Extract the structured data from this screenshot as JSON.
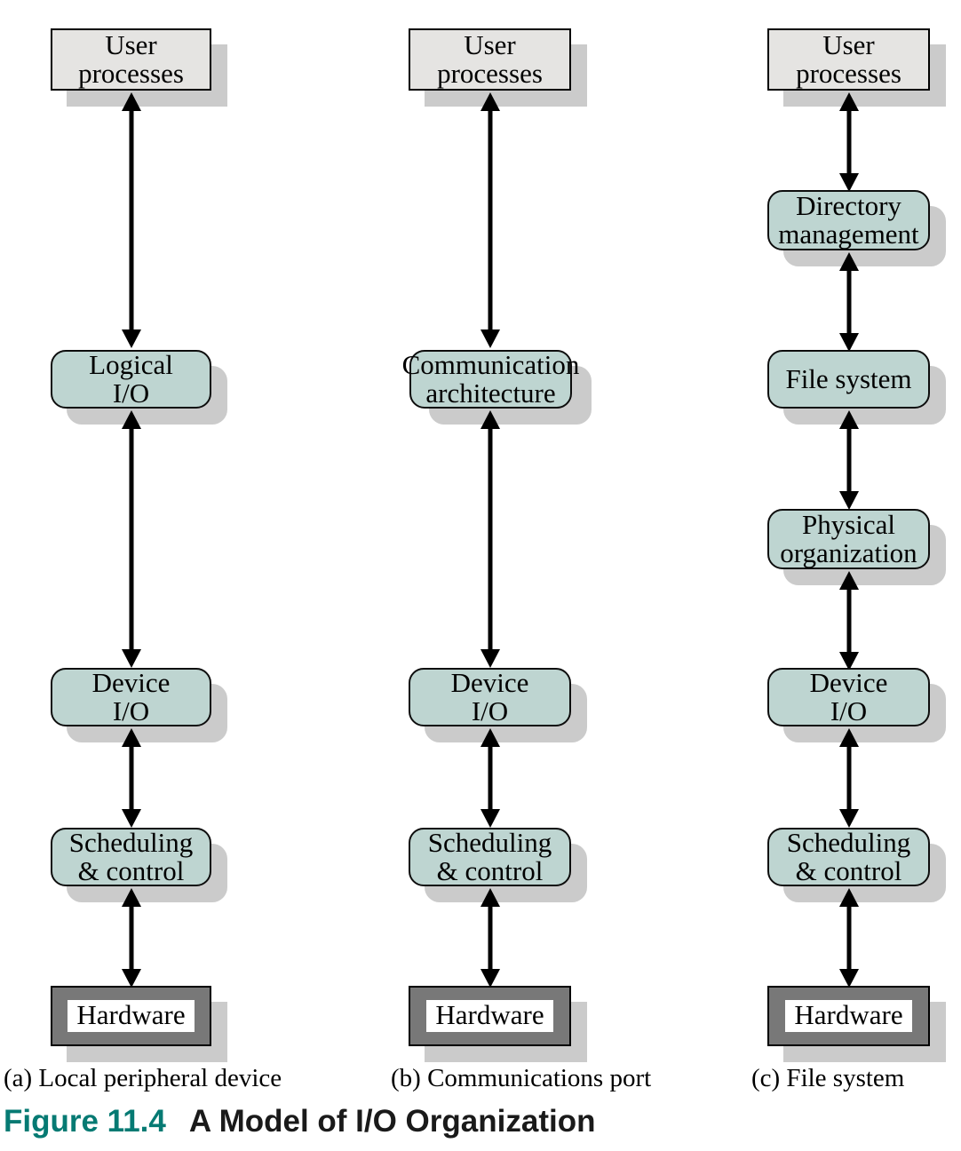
{
  "figure": {
    "number_label": "Figure 11.4",
    "title": "A Model of I/O Organization"
  },
  "colors": {
    "process_fill": "#bed5d1",
    "plain_fill": "#e5e4e2",
    "hardware_fill": "#787878",
    "shadow": "#cbcbcb",
    "stroke": "#000000",
    "figure_number_teal": "#067a73"
  },
  "columns": [
    {
      "id": "a",
      "caption": "(a) Local peripheral device",
      "nodes": [
        {
          "id": "a-user-processes",
          "kind": "plain",
          "lines": [
            "User",
            "processes"
          ]
        },
        {
          "id": "a-logical-io",
          "kind": "process",
          "lines": [
            "Logical",
            "I/O"
          ]
        },
        {
          "id": "a-device-io",
          "kind": "process",
          "lines": [
            "Device",
            "I/O"
          ]
        },
        {
          "id": "a-scheduling-control",
          "kind": "process",
          "lines": [
            "Scheduling",
            "& control"
          ]
        },
        {
          "id": "a-hardware",
          "kind": "hardware",
          "lines": [
            "Hardware"
          ]
        }
      ],
      "connections": [
        {
          "from": "a-user-processes",
          "to": "a-logical-io",
          "style": "double"
        },
        {
          "from": "a-logical-io",
          "to": "a-device-io",
          "style": "double"
        },
        {
          "from": "a-device-io",
          "to": "a-scheduling-control",
          "style": "double"
        },
        {
          "from": "a-scheduling-control",
          "to": "a-hardware",
          "style": "double"
        }
      ]
    },
    {
      "id": "b",
      "caption": "(b) Communications port",
      "nodes": [
        {
          "id": "b-user-processes",
          "kind": "plain",
          "lines": [
            "User",
            "processes"
          ]
        },
        {
          "id": "b-communication-architecture",
          "kind": "process",
          "lines": [
            "Communication",
            "architecture"
          ]
        },
        {
          "id": "b-device-io",
          "kind": "process",
          "lines": [
            "Device",
            "I/O"
          ]
        },
        {
          "id": "b-scheduling-control",
          "kind": "process",
          "lines": [
            "Scheduling",
            "& control"
          ]
        },
        {
          "id": "b-hardware",
          "kind": "hardware",
          "lines": [
            "Hardware"
          ]
        }
      ],
      "connections": [
        {
          "from": "b-user-processes",
          "to": "b-communication-architecture",
          "style": "double"
        },
        {
          "from": "b-communication-architecture",
          "to": "b-device-io",
          "style": "double"
        },
        {
          "from": "b-device-io",
          "to": "b-scheduling-control",
          "style": "double"
        },
        {
          "from": "b-scheduling-control",
          "to": "b-hardware",
          "style": "double"
        }
      ]
    },
    {
      "id": "c",
      "caption": "(c) File system",
      "nodes": [
        {
          "id": "c-user-processes",
          "kind": "plain",
          "lines": [
            "User",
            "processes"
          ]
        },
        {
          "id": "c-directory-management",
          "kind": "process",
          "lines": [
            "Directory",
            "management"
          ]
        },
        {
          "id": "c-file-system",
          "kind": "process",
          "lines": [
            "File system"
          ]
        },
        {
          "id": "c-physical-organization",
          "kind": "process",
          "lines": [
            "Physical",
            "organization"
          ]
        },
        {
          "id": "c-device-io",
          "kind": "process",
          "lines": [
            "Device",
            "I/O"
          ]
        },
        {
          "id": "c-scheduling-control",
          "kind": "process",
          "lines": [
            "Scheduling",
            "& control"
          ]
        },
        {
          "id": "c-hardware",
          "kind": "hardware",
          "lines": [
            "Hardware"
          ]
        }
      ],
      "connections": [
        {
          "from": "c-user-processes",
          "to": "c-directory-management",
          "style": "double"
        },
        {
          "from": "c-directory-management",
          "to": "c-file-system",
          "style": "double"
        },
        {
          "from": "c-file-system",
          "to": "c-physical-organization",
          "style": "double"
        },
        {
          "from": "c-physical-organization",
          "to": "c-device-io",
          "style": "double"
        },
        {
          "from": "c-device-io",
          "to": "c-scheduling-control",
          "style": "double"
        },
        {
          "from": "c-scheduling-control",
          "to": "c-hardware",
          "style": "double"
        }
      ]
    }
  ]
}
